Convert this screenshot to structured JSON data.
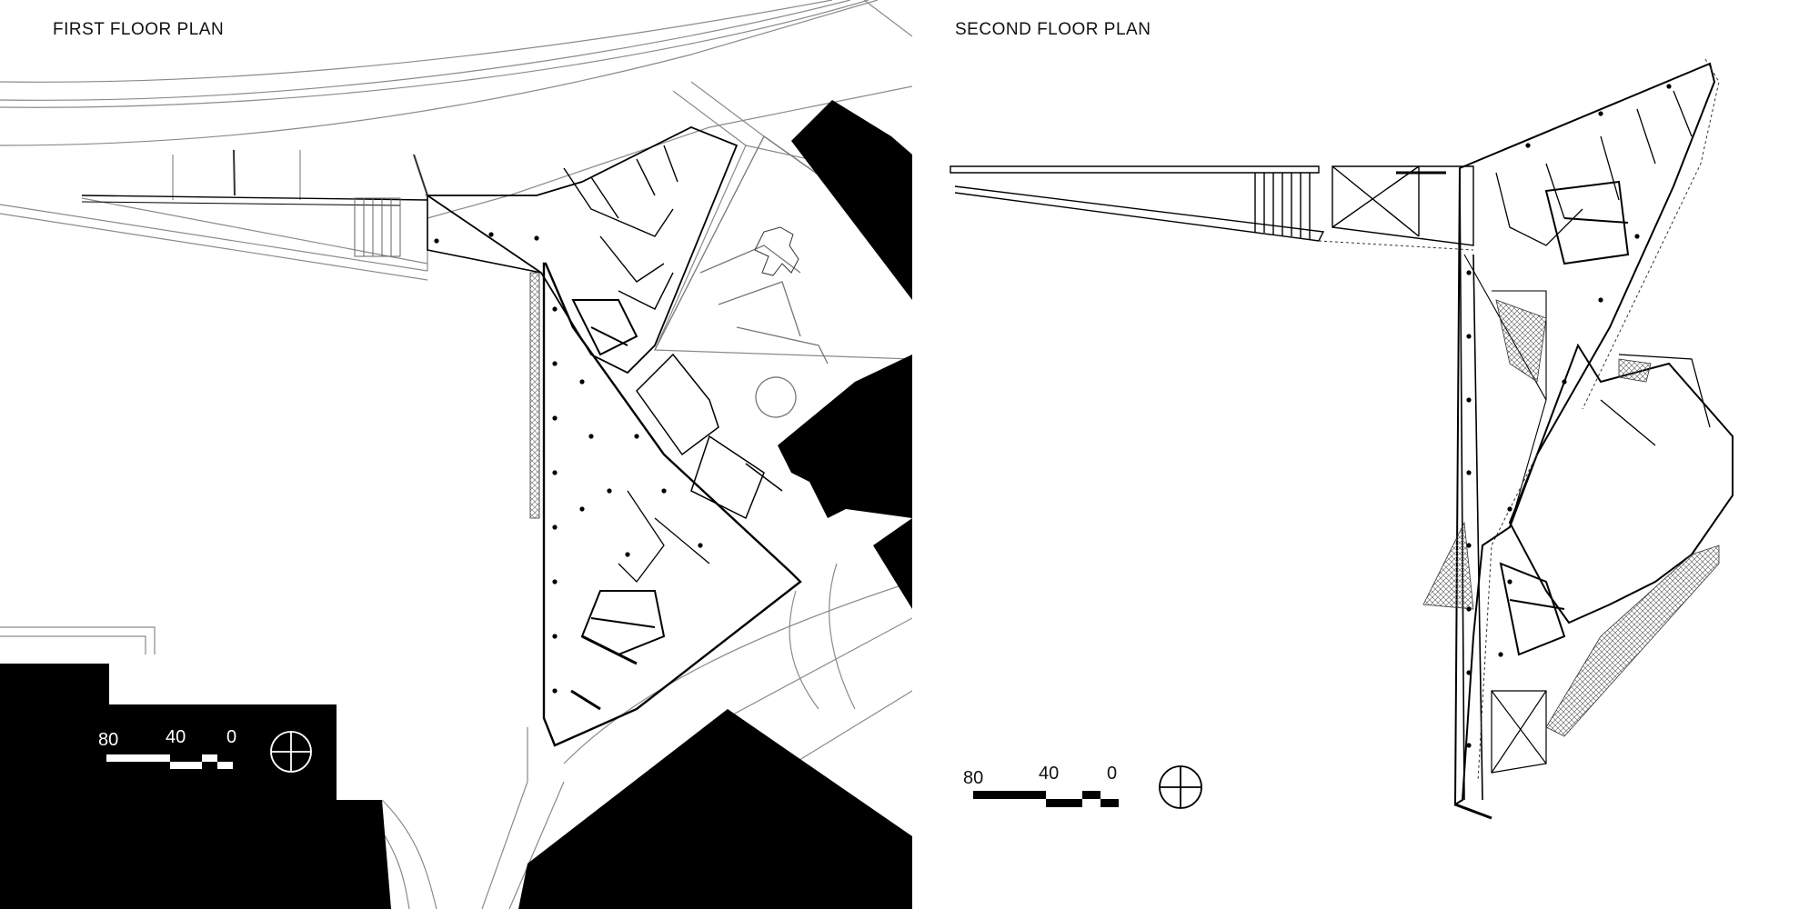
{
  "plans": {
    "first": {
      "title": "FIRST FLOOR PLAN",
      "scale_labels": [
        "80",
        "40",
        "0"
      ],
      "icons": [
        "north-arrow-icon",
        "scale-bar-icon"
      ]
    },
    "second": {
      "title": "SECOND FLOOR PLAN",
      "scale_labels": [
        "80",
        "40",
        "0"
      ],
      "icons": [
        "north-arrow-icon",
        "scale-bar-icon"
      ]
    }
  },
  "colors": {
    "ink": "#000000",
    "line": "#8a8a8a",
    "paper": "#ffffff"
  }
}
